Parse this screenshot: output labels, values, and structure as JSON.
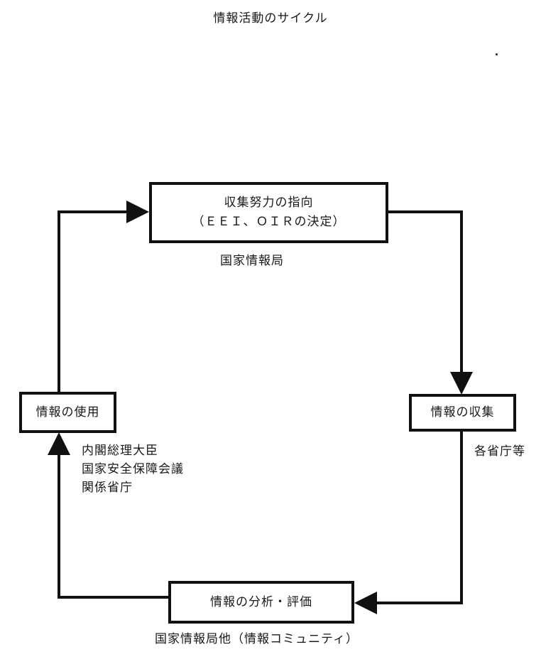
{
  "title": "情報活動のサイクル",
  "nodes": {
    "direction": {
      "line1": "収集努力の指向",
      "line2": "（ＥＥＩ、ＯＩＲの決定）",
      "actor": "国家情報局"
    },
    "collect": {
      "label": "情報の収集",
      "actor": "各省庁等"
    },
    "analysis": {
      "label": "情報の分析・評価",
      "actor": "国家情報局他（情報コミュニティ）"
    },
    "use": {
      "label": "情報の使用",
      "actors": [
        "内閣総理大臣",
        "国家安全保障会議",
        "関係省庁"
      ]
    }
  }
}
